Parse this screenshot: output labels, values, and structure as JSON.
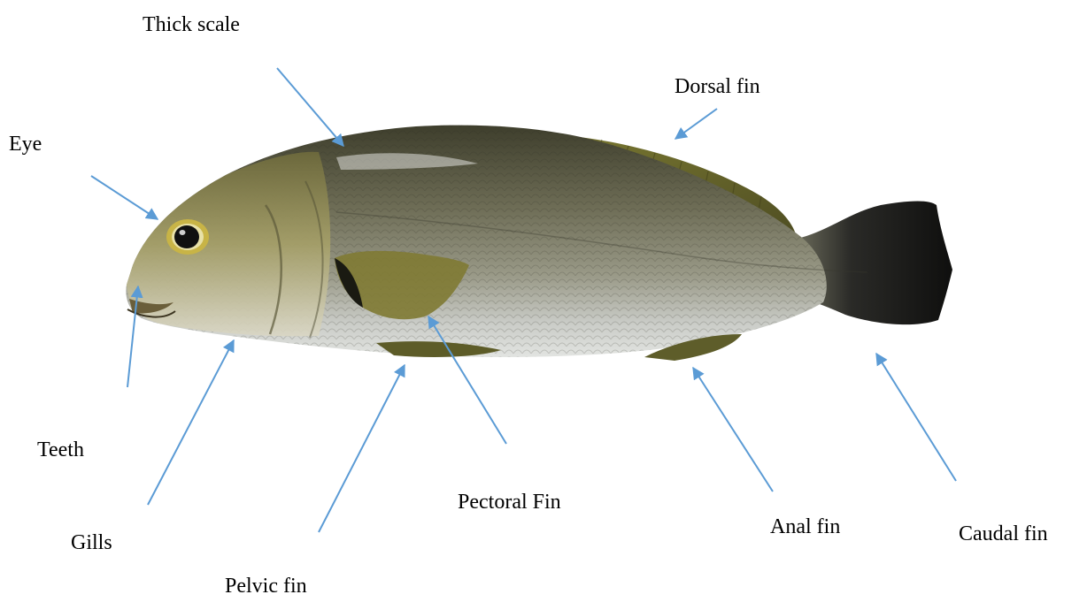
{
  "labels": {
    "thick_scale": "Thick scale",
    "dorsal_fin": "Dorsal fin",
    "eye": "Eye",
    "teeth": "Teeth",
    "gills": "Gills",
    "pelvic_fin": "Pelvic fin",
    "pectoral_fin": "Pectoral Fin",
    "anal_fin": "Anal fin",
    "caudal_fin": "Caudal fin"
  },
  "colors": {
    "arrow": "#5b9bd5",
    "label_text": "#000000",
    "fish_back": "#4b4a32",
    "fish_mid": "#8a8a6e",
    "fish_belly": "#d7dad7",
    "fin": "#6c6b28",
    "tail": "#1d1d1b",
    "eye_ring": "#c8b446"
  }
}
